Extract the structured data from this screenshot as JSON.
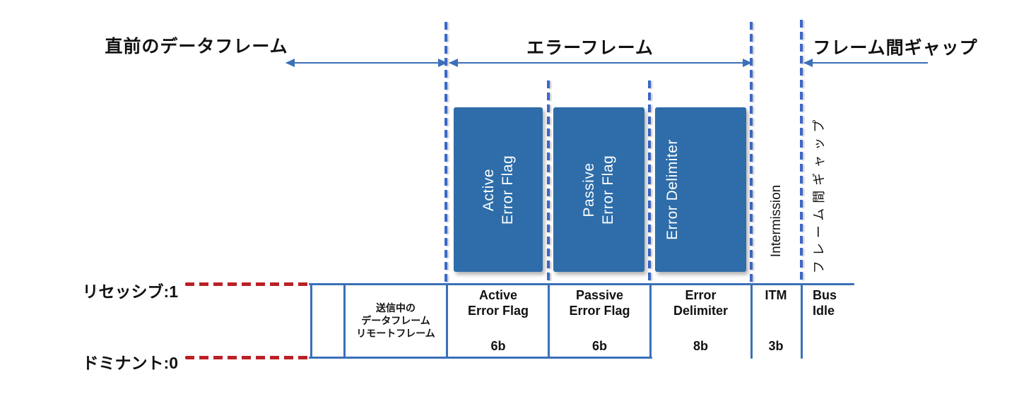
{
  "header": {
    "prev_frame_label": "直前のデータフレーム",
    "error_frame_label": "エラーフレーム",
    "interframe_gap_label": "フレーム間ギャップ"
  },
  "signal_levels": {
    "recessive_label": "リセッシブ:1",
    "dominant_label": "ドミナント:0"
  },
  "error_flag_boxes": [
    {
      "label": "Active\nError Flag"
    },
    {
      "label": "Passive\nError Flag"
    },
    {
      "label": "Error Delimiter"
    }
  ],
  "rotated_labels": {
    "intermission": "Intermission",
    "interframe_gap": "フレーム間ギャップ"
  },
  "timeline_cells": [
    {
      "label": "送信中の\nデータフレーム\nリモートフレーム",
      "bits": ""
    },
    {
      "label": "Active\nError Flag",
      "bits": "6b"
    },
    {
      "label": "Passive\nError Flag",
      "bits": "6b"
    },
    {
      "label": "Error\nDelimiter",
      "bits": "8b"
    },
    {
      "label": "ITM",
      "bits": "3b"
    },
    {
      "label": "Bus\nIdle",
      "bits": ""
    }
  ],
  "colors": {
    "box_blue": "#2e6da9",
    "line_blue": "#3a70b8",
    "dashed_line_blue": "#3d68c6",
    "signal_red": "#bb2025"
  }
}
